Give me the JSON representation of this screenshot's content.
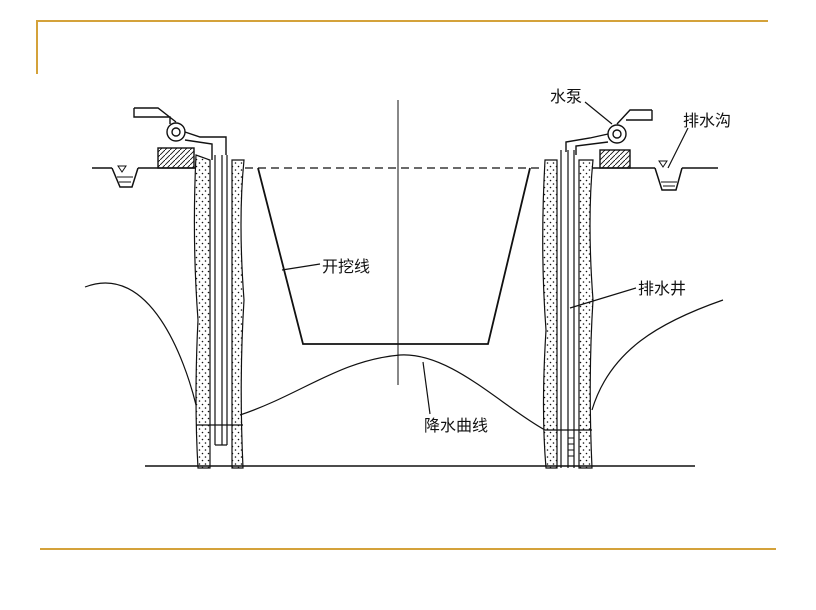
{
  "slide": {
    "accent_color": "#d4a23a",
    "ink_color": "#111111"
  },
  "diagram": {
    "labels": {
      "pump": "水泵",
      "drain_ditch": "排水沟",
      "excavation_line": "开挖线",
      "drainage_well": "排水井",
      "drawdown_curve": "降水曲线"
    }
  }
}
